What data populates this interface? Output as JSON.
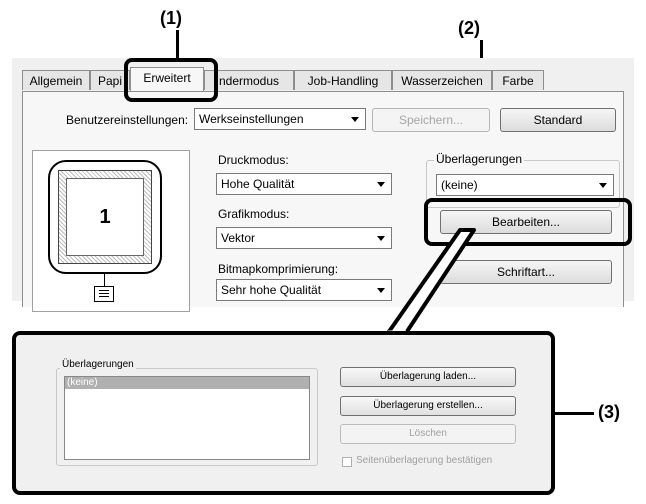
{
  "callouts": {
    "c1": "(1)",
    "c2": "(2)",
    "c3": "(3)"
  },
  "tabs": [
    {
      "label": "Allgemein"
    },
    {
      "label": "Papi"
    },
    {
      "label": "Erweitert"
    },
    {
      "label": "ndermodus"
    },
    {
      "label": "Job-Handling"
    },
    {
      "label": "Wasserzeichen"
    },
    {
      "label": "Farbe"
    }
  ],
  "user_settings": {
    "label": "Benutzereinstellungen:",
    "value": "Werkseinstellungen",
    "save_button": "Speichern...",
    "default_button": "Standard"
  },
  "preview": {
    "page_number": "1"
  },
  "print_mode": {
    "label": "Druckmodus:",
    "value": "Hohe Qualität"
  },
  "graphics_mode": {
    "label": "Grafikmodus:",
    "value": "Vektor"
  },
  "bitmap_compression": {
    "label": "Bitmapkomprimierung:",
    "value": "Sehr hohe Qualität"
  },
  "overlays": {
    "title": "Überlagerungen",
    "value": "(keine)",
    "edit_button": "Bearbeiten...",
    "font_button": "Schriftart..."
  },
  "zoom": {
    "group_title": "Überlagerungen",
    "list_items": [
      "(keine)"
    ],
    "load_button": "Überlagerung laden...",
    "create_button": "Überlagerung erstellen...",
    "delete_button": "Löschen",
    "confirm_checkbox": "Seitenüberlagerung bestätigen"
  },
  "colors": {
    "highlight": "#000000",
    "selection": "#b0b0b0",
    "dialog_bg": "#f0f0f0"
  }
}
